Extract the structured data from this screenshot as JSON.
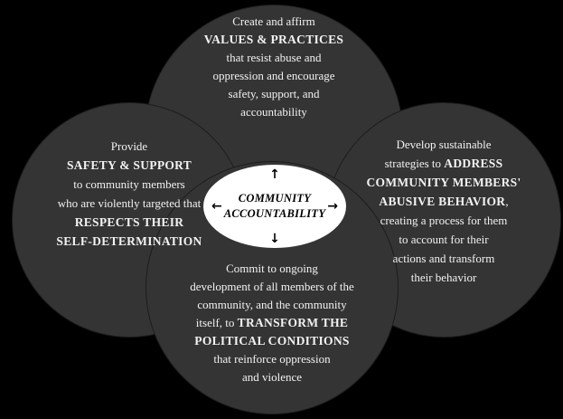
{
  "diagram": {
    "title": "Community Accountability diagram",
    "colors": {
      "background": "#000000",
      "circle_fill": "#343434",
      "circle_text": "#f2f2f2",
      "center_fill": "#ffffff",
      "center_text": "#000000"
    },
    "center": {
      "line1": "COMMUNITY",
      "line2": "ACCOUNTABILITY",
      "arrows": {
        "up": "↑",
        "down": "↓",
        "left": "←",
        "right": "→"
      }
    },
    "circles": {
      "top": {
        "segments": [
          {
            "text": "Create and affirm\n",
            "strong": false
          },
          {
            "text": "VALUES & PRACTICES",
            "strong": true
          },
          {
            "text": "\nthat resist abuse and\noppression and encourage\nsafety, support, and\naccountability",
            "strong": false
          }
        ]
      },
      "left": {
        "segments": [
          {
            "text": "Provide\n",
            "strong": false
          },
          {
            "text": "SAFETY & SUPPORT",
            "strong": true
          },
          {
            "text": "\nto community members\nwho are violently targeted that\n",
            "strong": false
          },
          {
            "text": "RESPECTS THEIR\nSELF-DETERMINATION",
            "strong": true
          }
        ]
      },
      "right": {
        "segments": [
          {
            "text": "Develop sustainable\nstrategies to ",
            "strong": false
          },
          {
            "text": "ADDRESS\nCOMMUNITY MEMBERS'\nABUSIVE BEHAVIOR",
            "strong": true
          },
          {
            "text": ",\ncreating a process for them\nto account for their\nactions and transform\ntheir behavior",
            "strong": false
          }
        ]
      },
      "bottom": {
        "segments": [
          {
            "text": "Commit to ongoing\ndevelopment of all members of the\ncommunity, and the community\nitself, to ",
            "strong": false
          },
          {
            "text": "TRANSFORM THE\nPOLITICAL CONDITIONS",
            "strong": true
          },
          {
            "text": "\nthat reinforce oppression\nand violence",
            "strong": false
          }
        ]
      }
    }
  }
}
